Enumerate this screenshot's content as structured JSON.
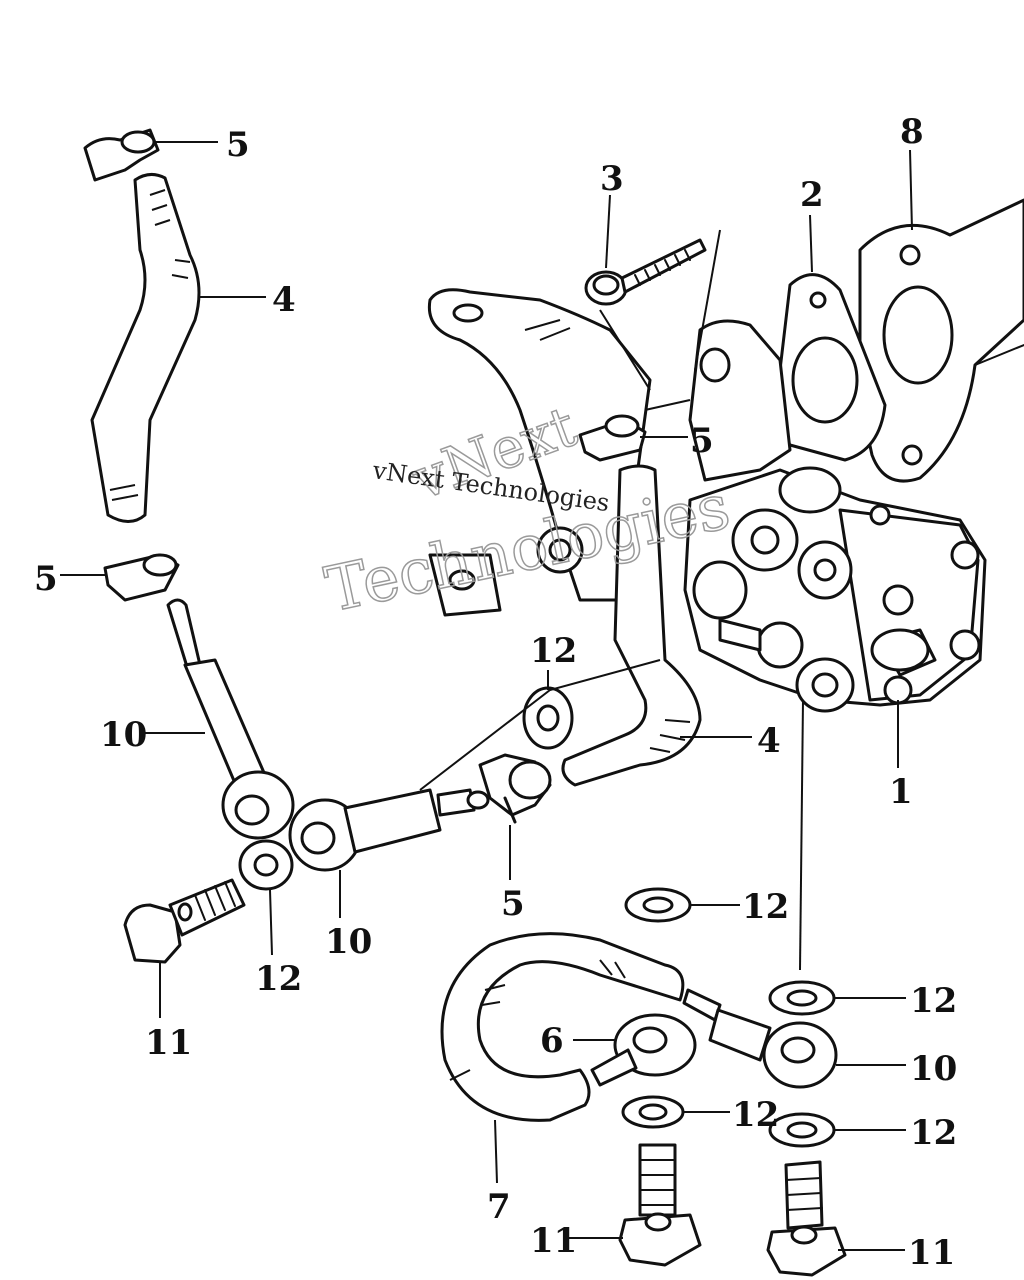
{
  "watermark": {
    "line1": "vNext",
    "line2": "vNext Technologies",
    "line3": "Technologies"
  },
  "callouts": [
    {
      "id": "c-5a",
      "text": "5"
    },
    {
      "id": "c-4a",
      "text": "4"
    },
    {
      "id": "c-3",
      "text": "3"
    },
    {
      "id": "c-2",
      "text": "2"
    },
    {
      "id": "c-8",
      "text": "8"
    },
    {
      "id": "c-5b",
      "text": "5"
    },
    {
      "id": "c-5c",
      "text": "5"
    },
    {
      "id": "c-12a",
      "text": "12"
    },
    {
      "id": "c-10a",
      "text": "10"
    },
    {
      "id": "c-4b",
      "text": "4"
    },
    {
      "id": "c-1",
      "text": "1"
    },
    {
      "id": "c-5d",
      "text": "5"
    },
    {
      "id": "c-12b",
      "text": "12"
    },
    {
      "id": "c-10b",
      "text": "10"
    },
    {
      "id": "c-11a",
      "text": "11"
    },
    {
      "id": "c-12c",
      "text": "12"
    },
    {
      "id": "c-12d",
      "text": "12"
    },
    {
      "id": "c-6",
      "text": "6"
    },
    {
      "id": "c-10c",
      "text": "10"
    },
    {
      "id": "c-12e",
      "text": "12"
    },
    {
      "id": "c-12f",
      "text": "12"
    },
    {
      "id": "c-7",
      "text": "7"
    },
    {
      "id": "c-11b",
      "text": "11"
    },
    {
      "id": "c-11c",
      "text": "11"
    }
  ]
}
